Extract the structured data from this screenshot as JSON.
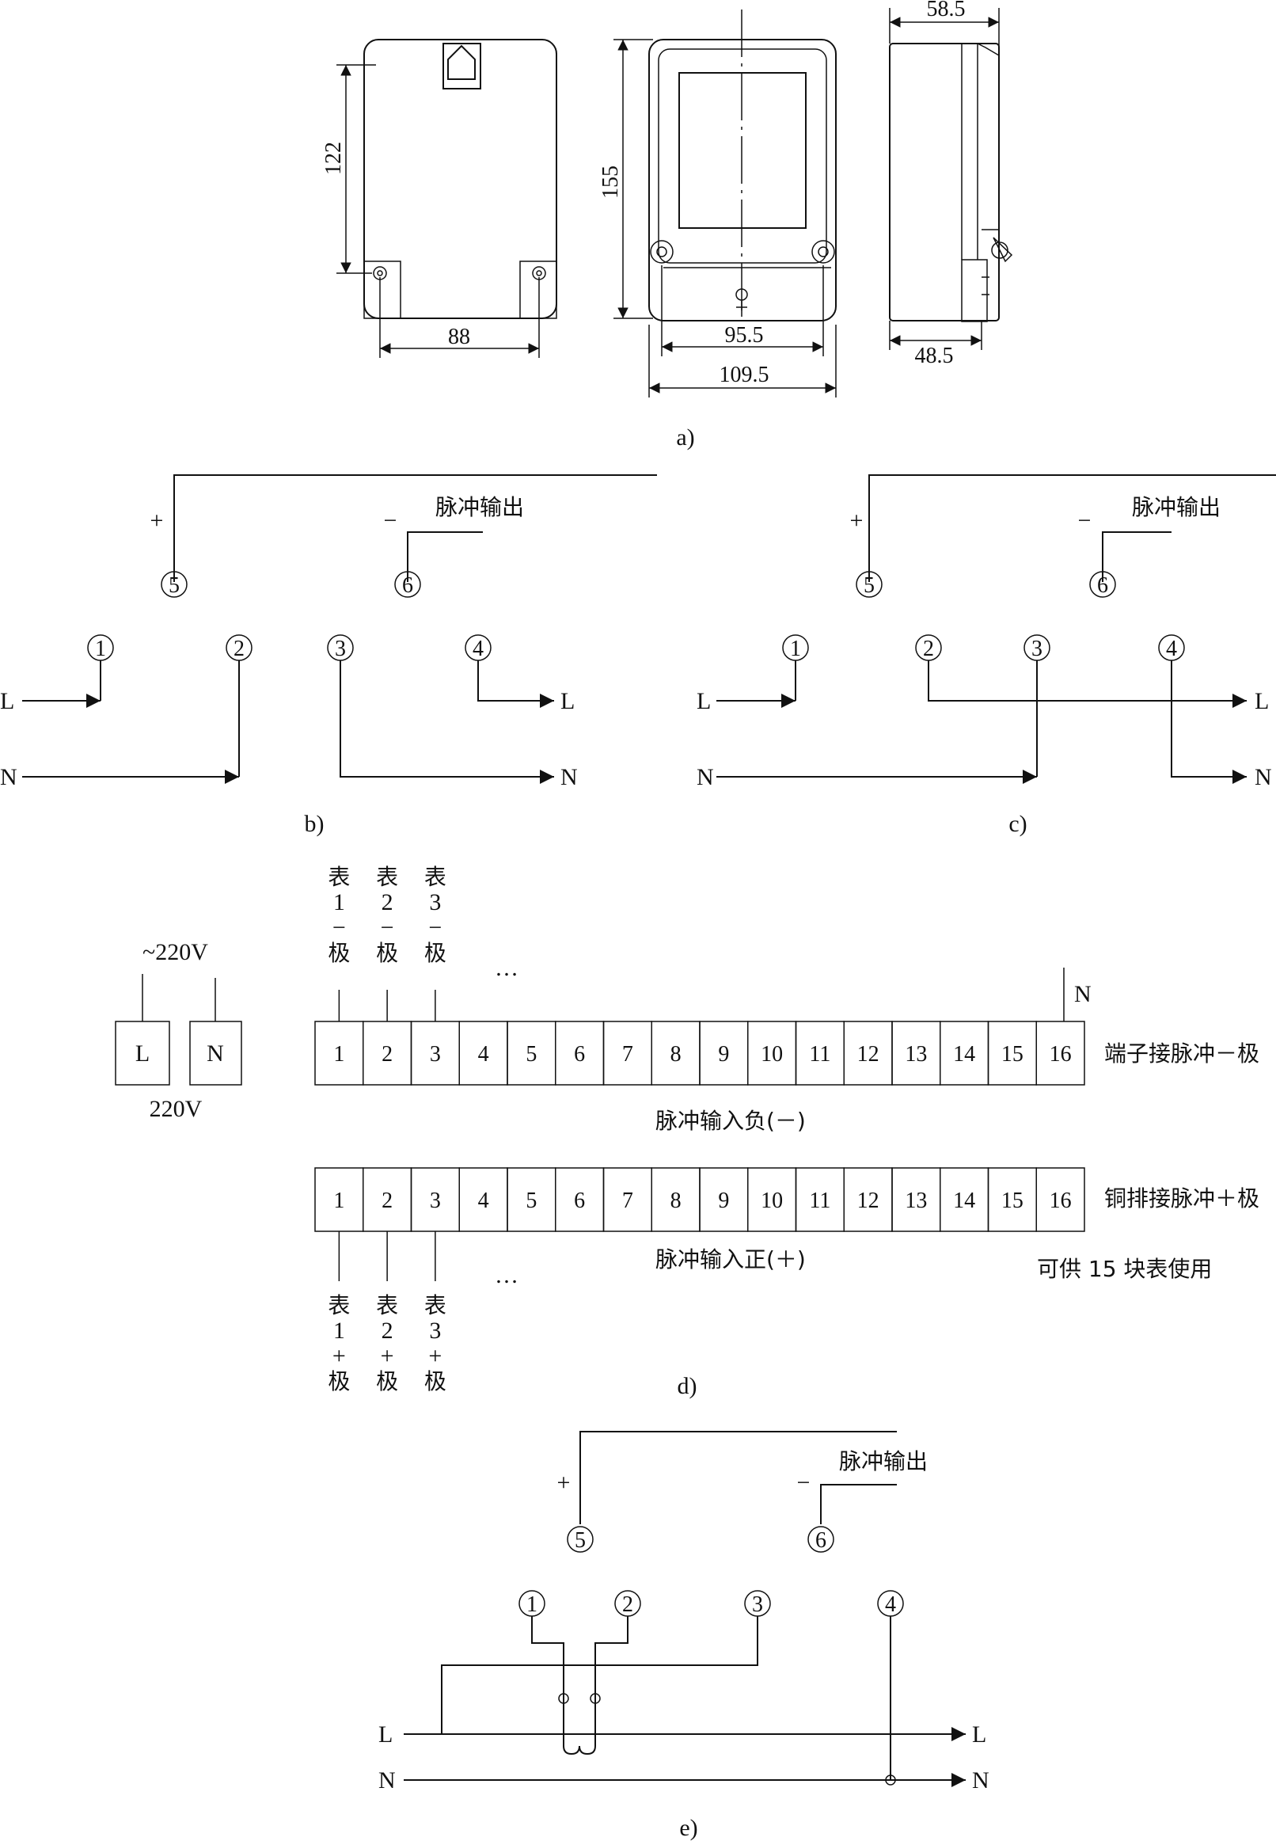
{
  "panel_a": {
    "caption": "a)",
    "dims": {
      "back_height": "122",
      "back_width": "88",
      "front_height": "155",
      "front_inner_width": "95.5",
      "front_outer_width": "109.5",
      "side_top": "58.5",
      "side_bottom": "48.5"
    }
  },
  "panel_b": {
    "caption": "b)",
    "plus": "+",
    "minus": "−",
    "pulse_out": "脉冲输出",
    "t5": "5",
    "t6": "6",
    "t1": "1",
    "t2": "2",
    "t3": "3",
    "t4": "4",
    "L_in": "L",
    "N_in": "N",
    "L_out": "L",
    "N_out": "N"
  },
  "panel_c": {
    "caption": "c)",
    "plus": "+",
    "minus": "−",
    "pulse_out": "脉冲输出",
    "t5": "5",
    "t6": "6",
    "t1": "1",
    "t2": "2",
    "t3": "3",
    "t4": "4",
    "L_in": "L",
    "N_in": "N",
    "L_out": "L",
    "N_out": "N"
  },
  "panel_d": {
    "caption": "d)",
    "supply_label": "~220V",
    "supply_box_L": "L",
    "supply_box_N": "N",
    "supply_bottom": "220V",
    "terminals": [
      "1",
      "2",
      "3",
      "4",
      "5",
      "6",
      "7",
      "8",
      "9",
      "10",
      "11",
      "12",
      "13",
      "14",
      "15",
      "16"
    ],
    "top_meters": [
      {
        "a": "表",
        "b": "1",
        "c": "−",
        "d": "极"
      },
      {
        "a": "表",
        "b": "2",
        "c": "−",
        "d": "极"
      },
      {
        "a": "表",
        "b": "3",
        "c": "−",
        "d": "极"
      }
    ],
    "bottom_meters": [
      {
        "a": "表",
        "b": "1",
        "c": "+",
        "d": "极"
      },
      {
        "a": "表",
        "b": "2",
        "c": "+",
        "d": "极"
      },
      {
        "a": "表",
        "b": "3",
        "c": "+",
        "d": "极"
      }
    ],
    "ellipsis": "…",
    "n_label": "N",
    "top_row_right": "端子接脉冲－极",
    "top_row_below": "脉冲输入负(－)",
    "bottom_row_right": "铜排接脉冲＋极",
    "bottom_row_below": "脉冲输入正(＋)",
    "note": "可供 15 块表使用"
  },
  "panel_e": {
    "caption": "e)",
    "plus": "+",
    "minus": "−",
    "pulse_out": "脉冲输出",
    "t5": "5",
    "t6": "6",
    "t1": "1",
    "t2": "2",
    "t3": "3",
    "t4": "4",
    "L_in": "L",
    "N_in": "N",
    "L_out": "L",
    "N_out": "N"
  }
}
